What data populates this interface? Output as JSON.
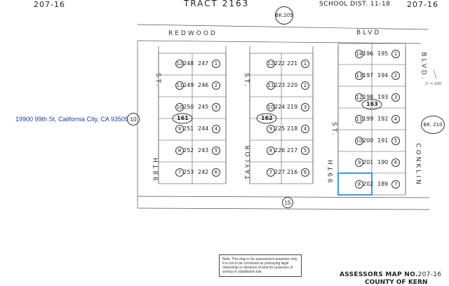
{
  "header": {
    "left_page": "207-16",
    "tract": "TRACT 2163",
    "school_dist": "SCHOOL DIST. 11-18",
    "right_page": "207-16",
    "bk_top": "BK.205",
    "bk_right": "BK. 210"
  },
  "address": "19900 99th St, California City, CA 93505",
  "streets": {
    "top_left": "REDWOOD",
    "top_right": "BLVD",
    "st_left": "ST.",
    "st_mid": "ST.",
    "st_right": "ST.",
    "th98": "98TH",
    "taylor": "TAYLOR",
    "th99": "99TH",
    "conklin": "CONKLIN",
    "blvd_right": "BLVD."
  },
  "circles": {
    "c10": "10",
    "c15": "15"
  },
  "blocks": {
    "b161": "161",
    "b162": "162",
    "b163": "163"
  },
  "scale": "1\" = 100'",
  "block1": [
    {
      "l": "12",
      "a": "248",
      "b": "247",
      "r": "1"
    },
    {
      "l": "11",
      "a": "249",
      "b": "246",
      "r": "2"
    },
    {
      "l": "10",
      "a": "250",
      "b": "245",
      "r": "3"
    },
    {
      "l": "9",
      "a": "251",
      "b": "244",
      "r": "4"
    },
    {
      "l": "8",
      "a": "252",
      "b": "243",
      "r": "5"
    },
    {
      "l": "7",
      "a": "253",
      "b": "242",
      "r": "6"
    }
  ],
  "block2": [
    {
      "l": "12",
      "a": "222",
      "b": "221",
      "r": "1"
    },
    {
      "l": "11",
      "a": "223",
      "b": "220",
      "r": "2"
    },
    {
      "l": "10",
      "a": "224",
      "b": "219",
      "r": "3"
    },
    {
      "l": "9",
      "a": "225",
      "b": "218",
      "r": "4"
    },
    {
      "l": "8",
      "a": "226",
      "b": "217",
      "r": "5"
    },
    {
      "l": "7",
      "a": "227",
      "b": "216",
      "r": "6"
    }
  ],
  "block3": [
    {
      "l": "14",
      "a": "196",
      "b": "195",
      "r": "1"
    },
    {
      "l": "13",
      "a": "197",
      "b": "194",
      "r": "2"
    },
    {
      "l": "12",
      "a": "198",
      "b": "193",
      "r": "3"
    },
    {
      "l": "11",
      "a": "199",
      "b": "192",
      "r": "4"
    },
    {
      "l": "10",
      "a": "200",
      "b": "191",
      "r": "5"
    },
    {
      "l": "9",
      "a": "201",
      "b": "190",
      "r": "6"
    },
    {
      "l": "8",
      "a": "202",
      "b": "189",
      "r": "7"
    }
  ],
  "note": "Note: This map is for assessment purposes only. It is not to be construed as portraying legal ownership or divisions of land for purposes of zoning or subdivision law.",
  "footer": {
    "assessors": "ASSESSORS MAP NO.",
    "map_no": "207-16",
    "county": "COUNTY OF KERN"
  }
}
